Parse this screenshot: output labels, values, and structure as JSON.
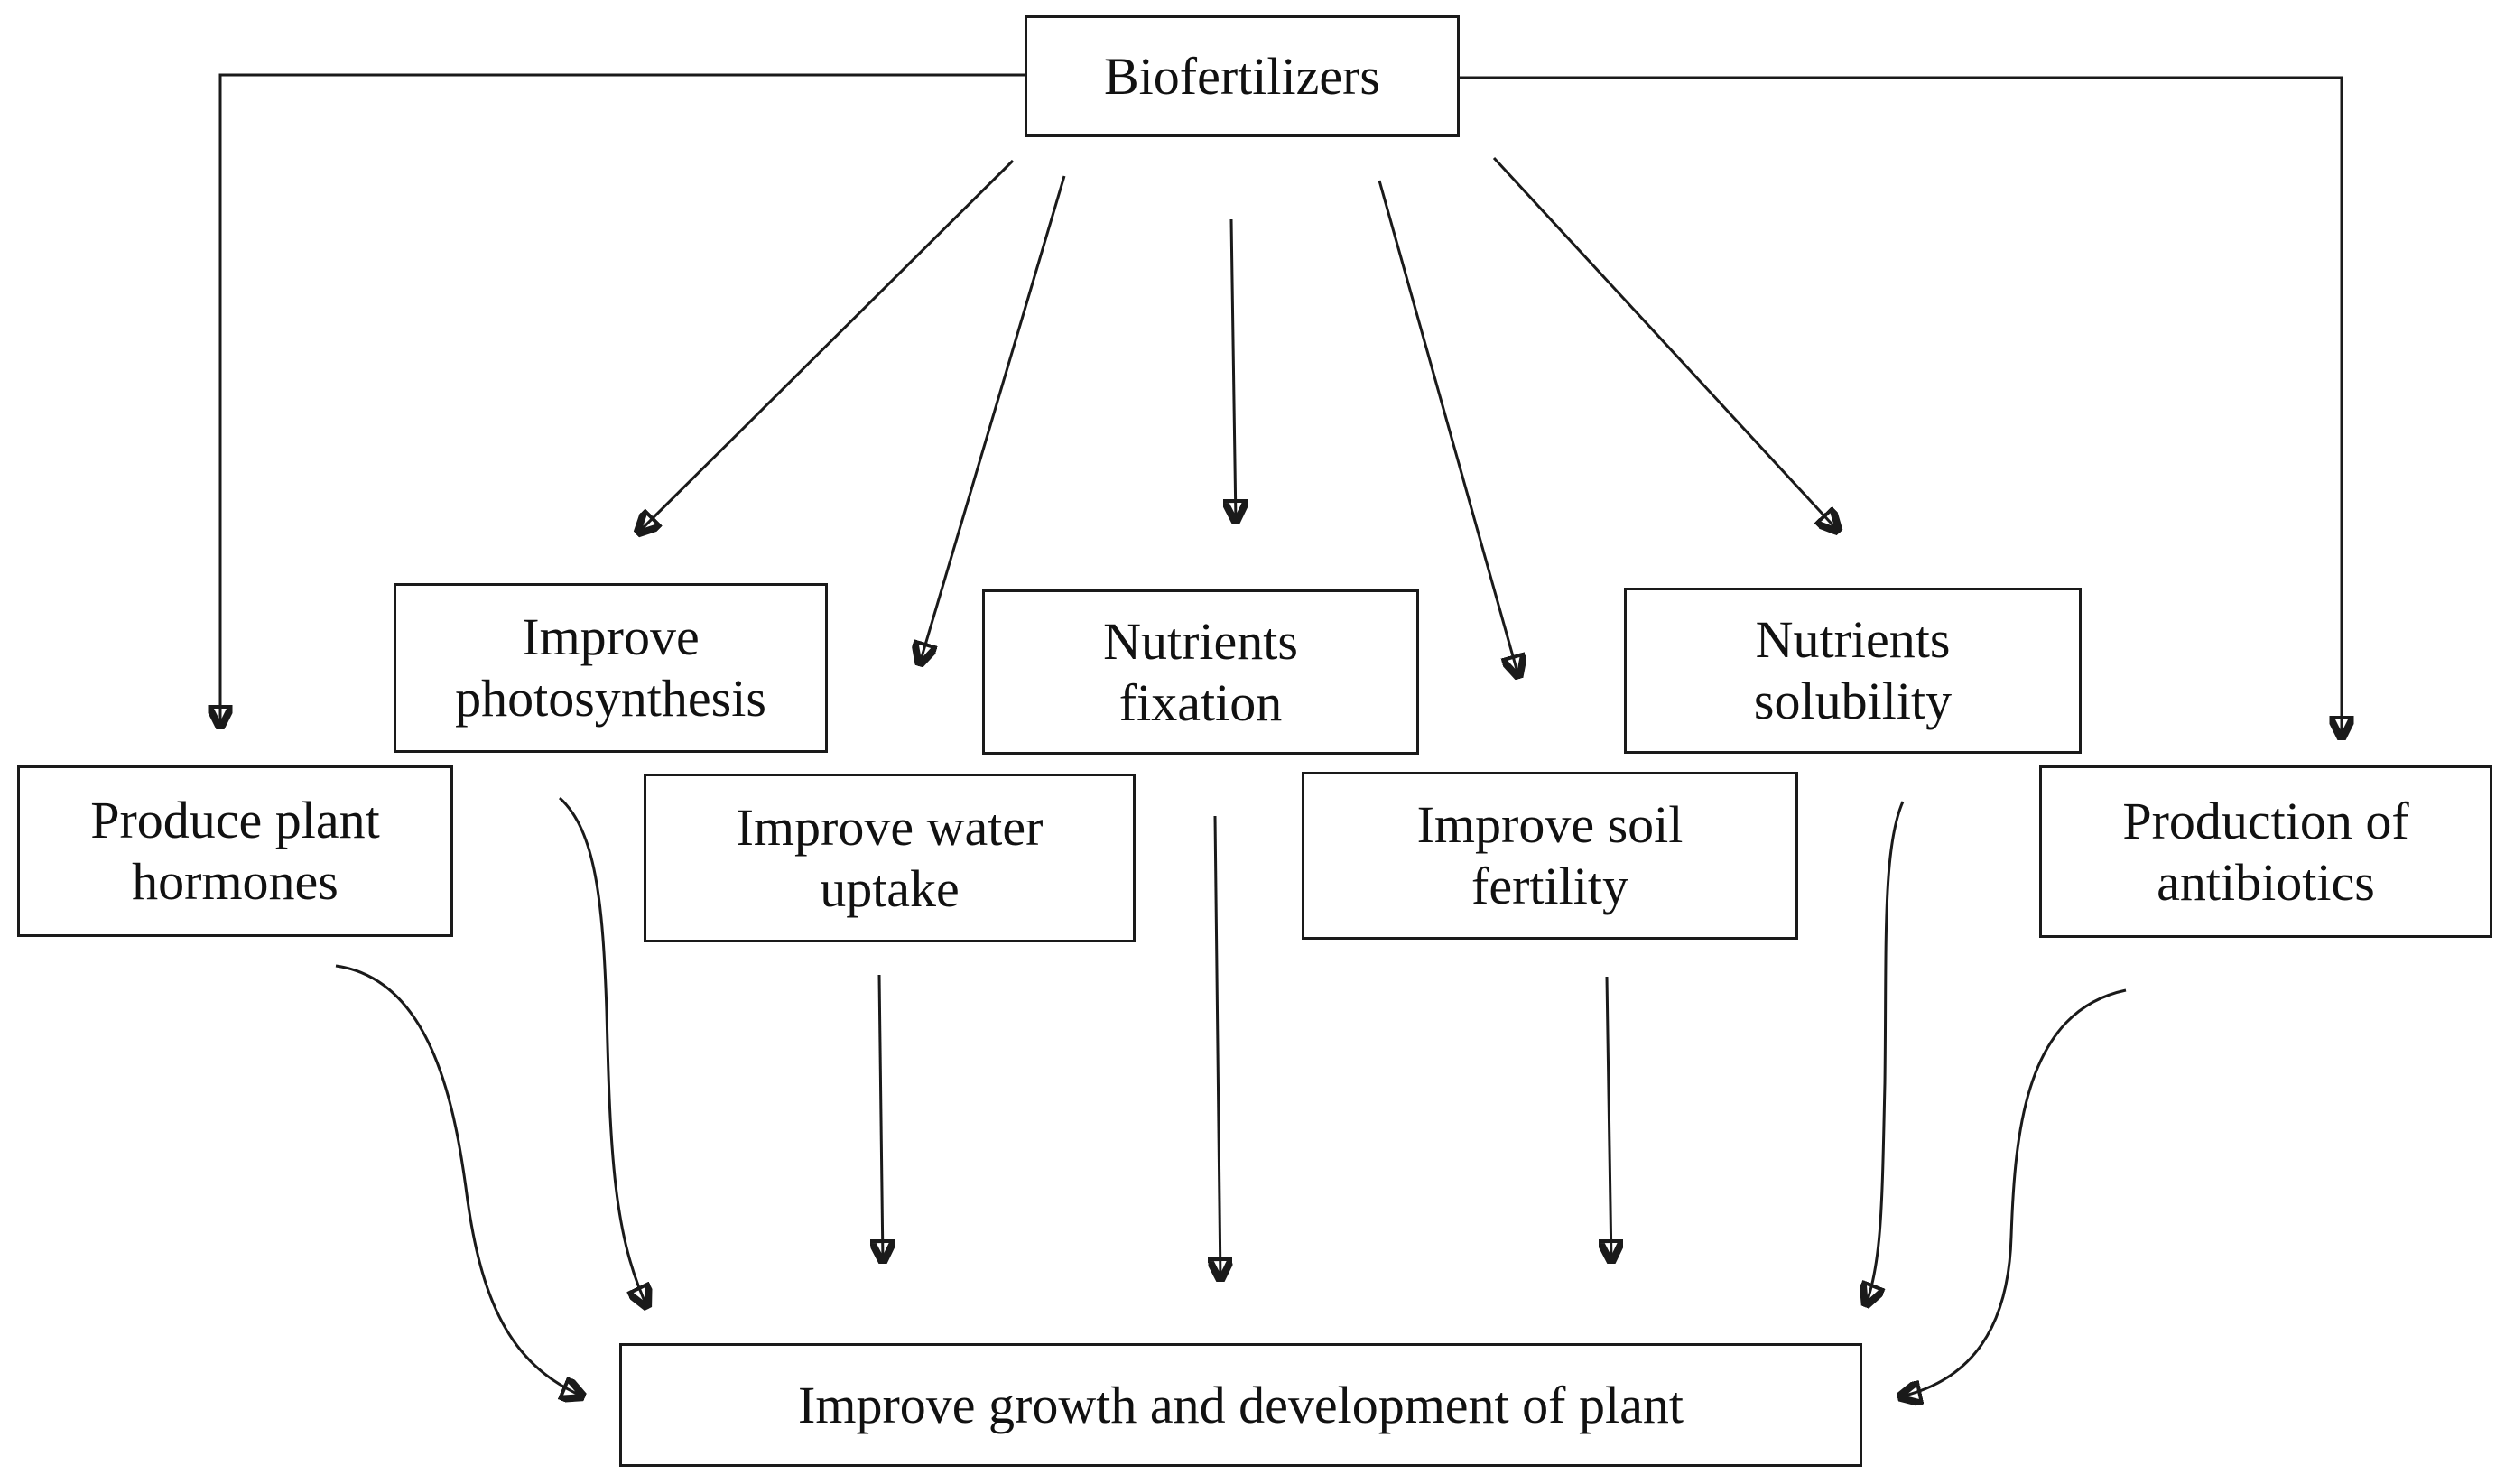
{
  "diagram": {
    "root": {
      "label": "Biofertilizers"
    },
    "effects": [
      {
        "id": "hormones",
        "lines": [
          "Produce plant",
          "hormones"
        ]
      },
      {
        "id": "photosynthesis",
        "lines": [
          "Improve",
          "photosynthesis"
        ]
      },
      {
        "id": "water",
        "lines": [
          "Improve water",
          "uptake"
        ]
      },
      {
        "id": "fixation",
        "lines": [
          "Nutrients",
          "fixation"
        ]
      },
      {
        "id": "soil",
        "lines": [
          "Improve soil",
          "fertility"
        ]
      },
      {
        "id": "solubility",
        "lines": [
          "Nutrients",
          "solubility"
        ]
      },
      {
        "id": "antibiotics",
        "lines": [
          "Production of",
          "antibiotics"
        ]
      }
    ],
    "outcome": {
      "label": "Improve growth and development of plant"
    },
    "colors": {
      "line": "#1a1a1a",
      "box_border": "#1a1a1a",
      "text": "#111111",
      "background": "#ffffff"
    }
  }
}
